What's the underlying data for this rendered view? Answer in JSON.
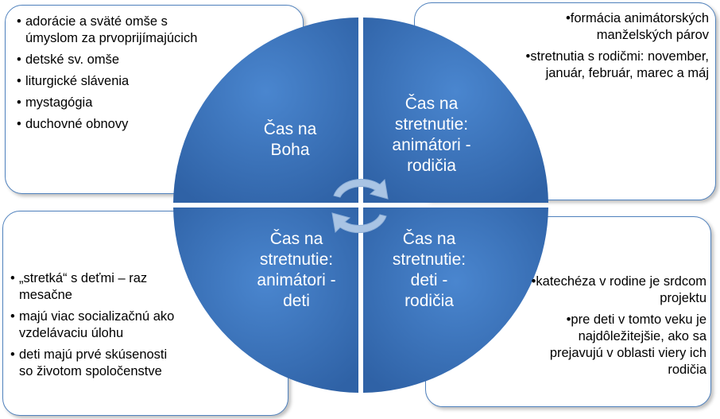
{
  "quadrants": {
    "top_left": {
      "lines": [
        "Čas na",
        "Boha"
      ]
    },
    "top_right": {
      "lines": [
        "Čas na",
        "stretnutie:",
        "animátori -",
        "rodičia"
      ]
    },
    "bottom_left": {
      "lines": [
        "Čas na",
        "stretnutie:",
        "animátori -",
        "deti"
      ]
    },
    "bottom_right": {
      "lines": [
        "Čas na",
        "stretnutie:",
        "deti -",
        "rodičia"
      ]
    }
  },
  "boxes": {
    "top_left": [
      "adorácie a sväté omše s úmyslom za prvoprijímajúcich",
      "detské  sv. omše",
      "liturgické slávenia",
      "mystagógia",
      "duchovné obnovy"
    ],
    "top_right": [
      "formácia animátorských manželských párov",
      "stretnutia s rodičmi: november, január, február, marec a máj"
    ],
    "bottom_left": [
      "„stretká“ s deťmi – raz mesačne",
      "majú viac socializačnú ako vzdelávaciu úlohu",
      "deti majú prvé skúsenosti so životom spoločenstve"
    ],
    "bottom_right": [
      "katechéza v rodine  je srdcom projektu",
      "pre deti v tomto veku je najdôležitejšie, ako  sa prejavujú  v oblasti viery ich rodičia"
    ]
  },
  "colors": {
    "quadrant_fill": "#3a70b8",
    "box_border": "#4f81bd",
    "arrow": "#a9c4e4"
  },
  "icons": {
    "center": "circular-arrows-icon"
  }
}
